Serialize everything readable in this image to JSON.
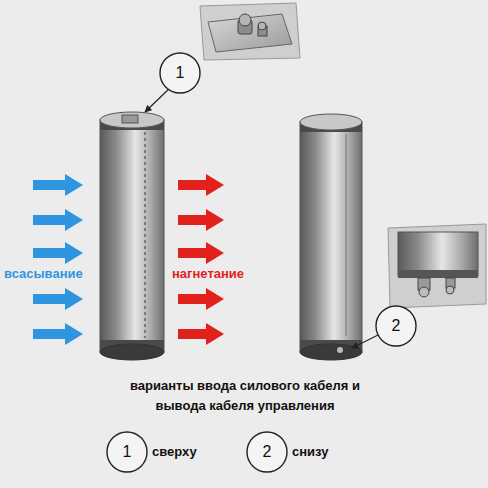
{
  "diagram": {
    "caption": "варианты ввода силового кабеля и вывода кабеля управления",
    "nodes": [
      {
        "text": [
          "1"
        ]
      },
      {
        "text": [
          "2"
        ]
      },
      {
        "text": [
          "1"
        ]
      },
      {
        "text": [
          "2"
        ]
      }
    ],
    "labels": [
      "всасывание",
      "нагнетание",
      "сверху",
      "снизу"
    ]
  }
}
